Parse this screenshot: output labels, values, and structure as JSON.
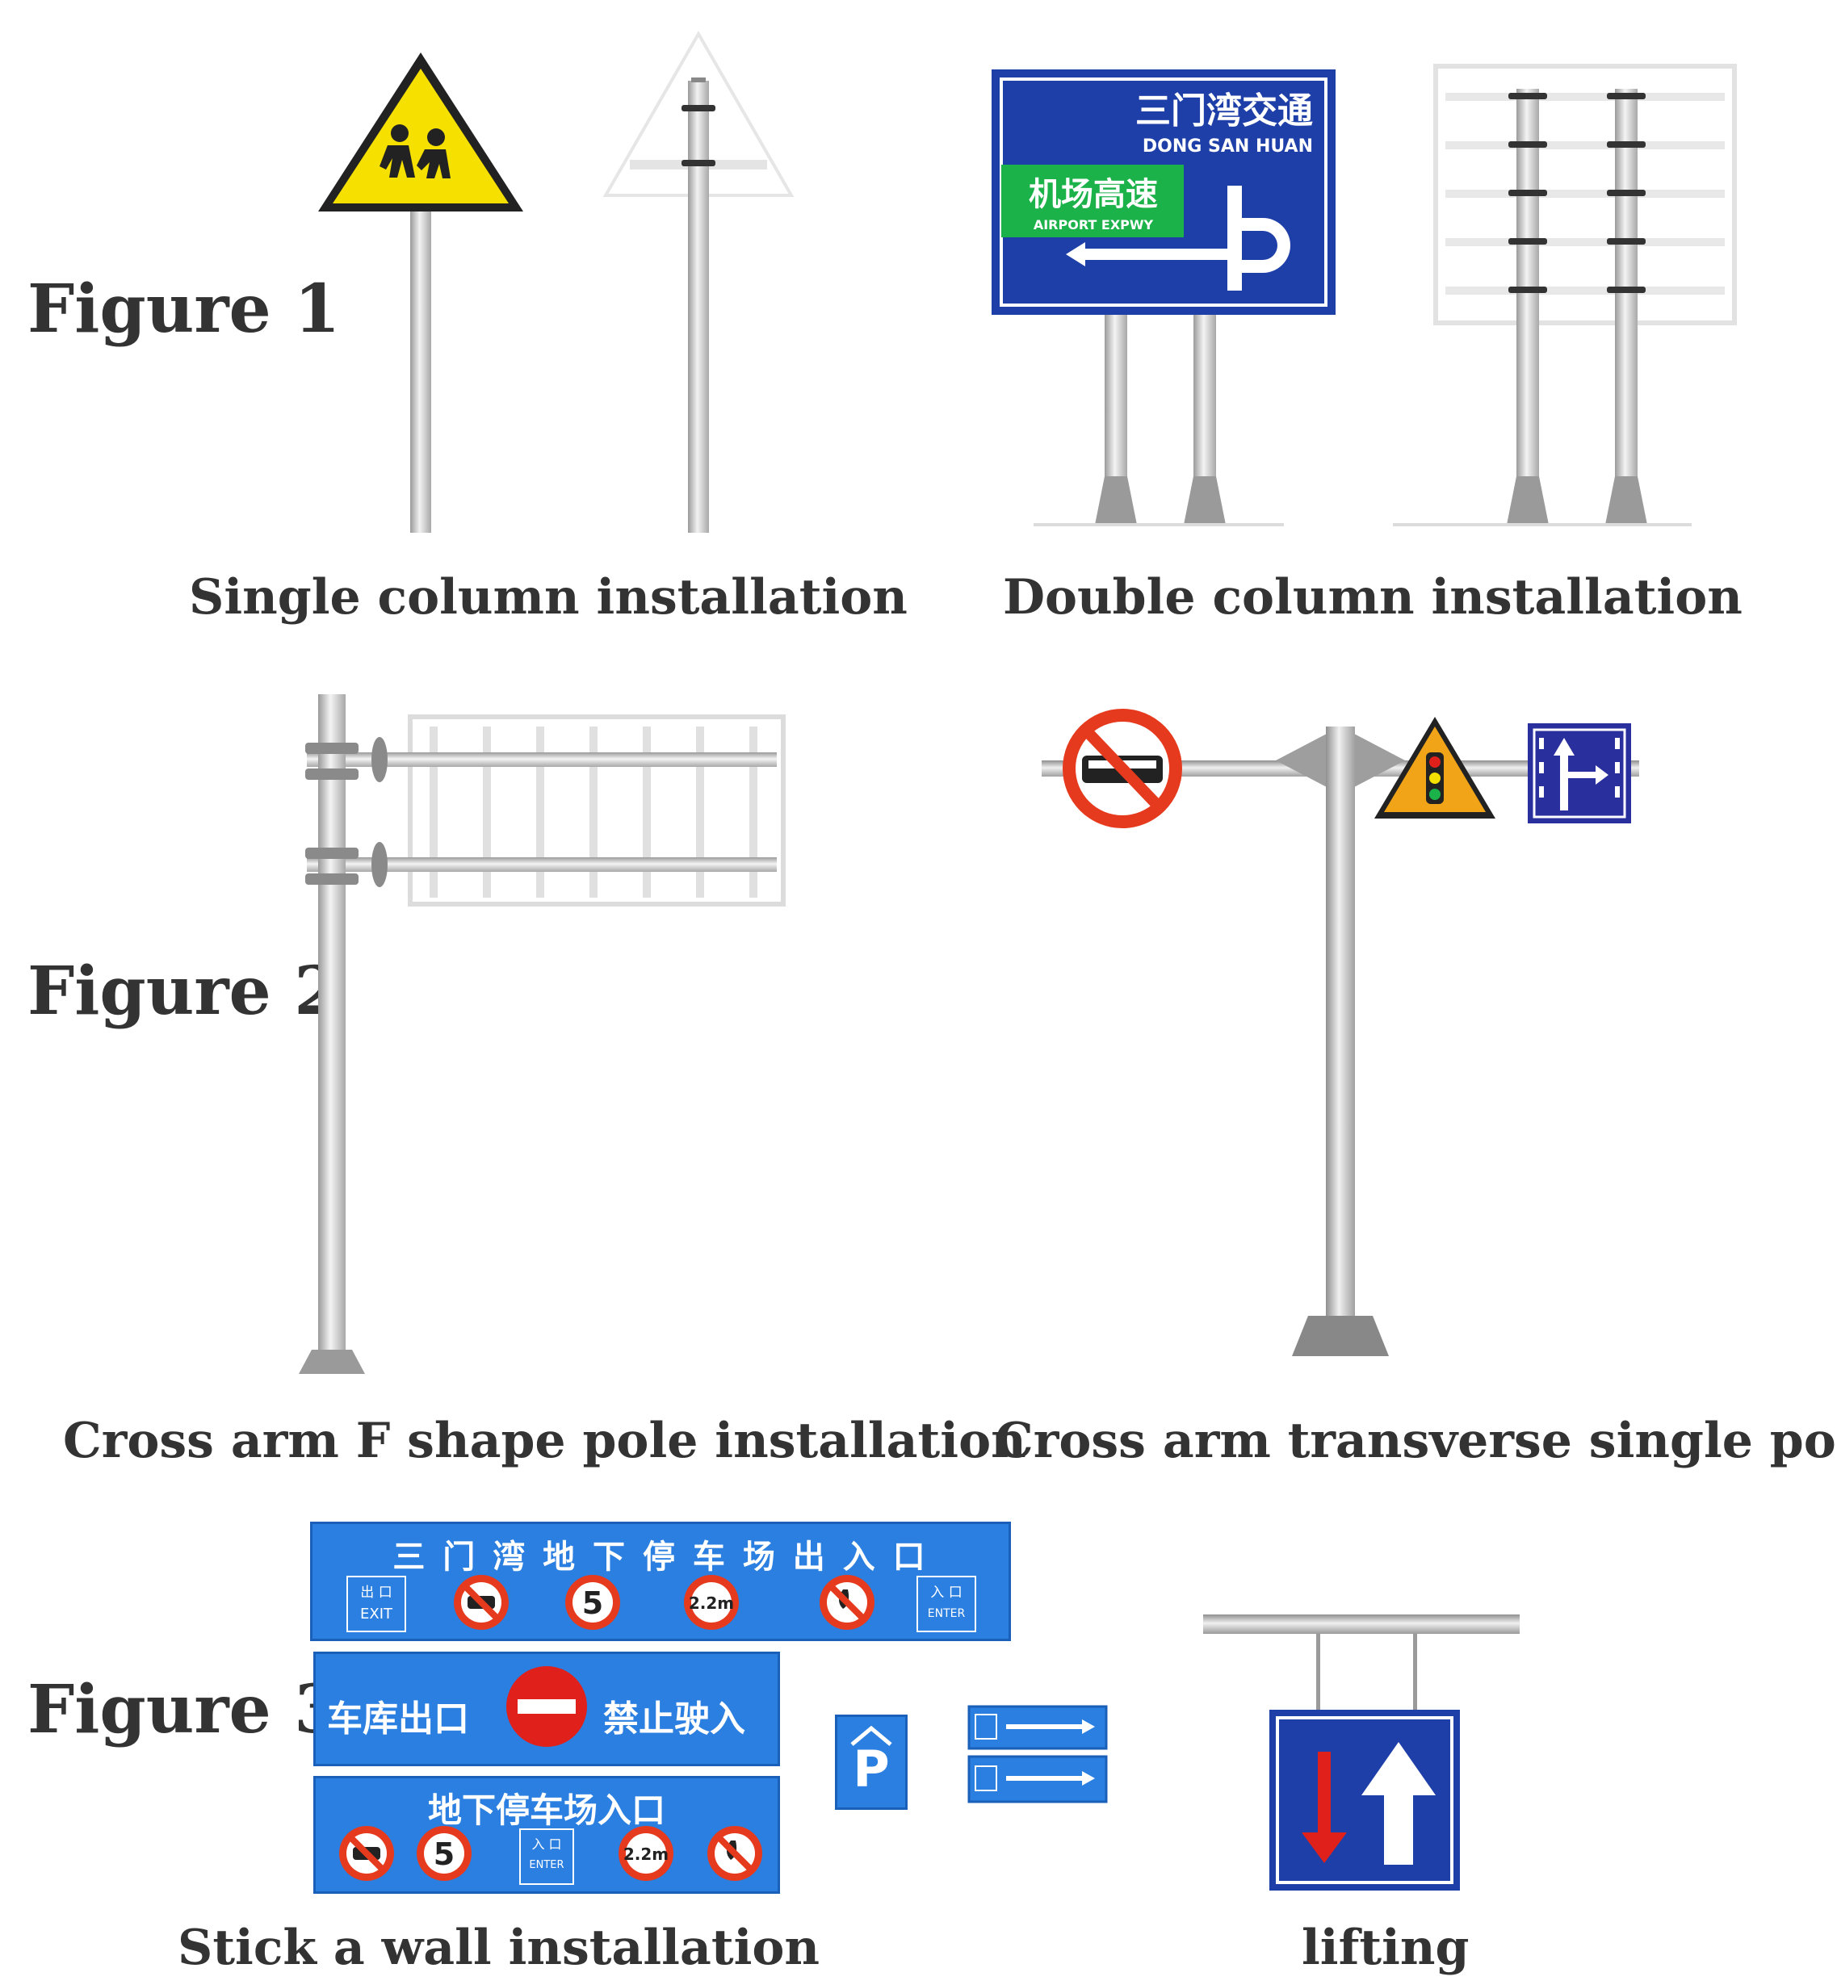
{
  "figures": [
    {
      "label": "Figure 1"
    },
    {
      "label": "Figure 2"
    },
    {
      "label": "Figure 3"
    }
  ],
  "captions": {
    "single_column": "Single column installation",
    "double_column": "Double column installation",
    "f_shape": "Cross arm F shape pole installation",
    "transverse": "Cross arm transverse single pole",
    "wall": "Stick a wall installation",
    "lifting": "lifting"
  },
  "signs": {
    "guide_title": "三门湾交通",
    "guide_subtitle": "DONG SAN HUAN",
    "guide_green": "机场高速",
    "guide_green_sub": "AIRPORT EXPWY",
    "wall_top": "三 门 湾 地 下 停 车 场 出 入 口",
    "wall_exit_cn": "出 口",
    "wall_exit_en": "EXIT",
    "wall_enter_cn": "入 口",
    "wall_enter_en": "ENTER",
    "speed": "5",
    "height": "2.2m",
    "wall_mid_left": "车库出口",
    "wall_mid_right": "禁止驶入",
    "wall_bottom": "地下停车场入口",
    "parking": "P"
  },
  "colors": {
    "sign_blue": "#1e3fa8",
    "wall_blue": "#2b7fe0",
    "guide_green": "#1bb24a",
    "warning_yellow": "#f5e000",
    "warning_orange": "#f2a418",
    "prohibit_red": "#e63a1e",
    "arrow_red": "#e0201a",
    "pole_gray": "#c9c9c9",
    "text_dark": "#333333"
  }
}
